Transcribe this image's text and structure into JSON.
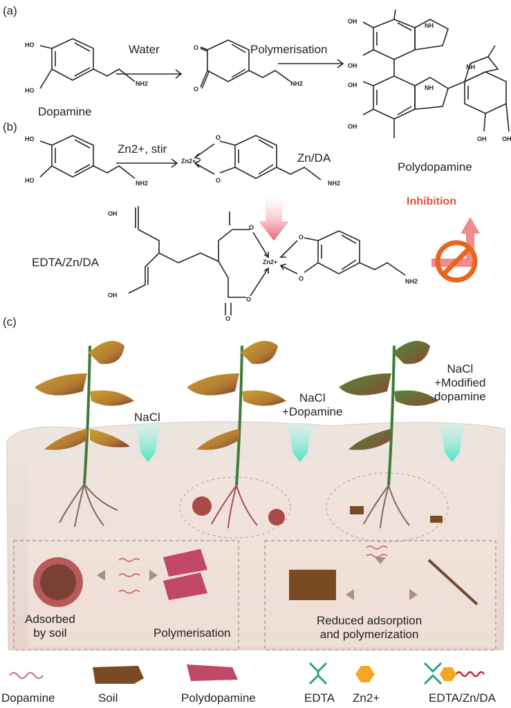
{
  "panels": {
    "a": "(a)",
    "b": "(b)",
    "c": "(c)"
  },
  "panel_a": {
    "dopamine_label": "Dopamine",
    "step1_label": "Water",
    "step2_label": "Polymerisation",
    "product_label": "Polydopamine",
    "atoms": {
      "oh": "OH",
      "ho": "HO",
      "nh": "NH",
      "nh2": "NH2",
      "o": "O"
    }
  },
  "panel_b": {
    "reagent_label": "Zn2+, stir",
    "product_label": "Zn/DA",
    "zn_label": "Zn2+",
    "edta_label": "EDTA/Zn/DA",
    "inhibition_label": "Inhibition"
  },
  "panel_c": {
    "treatments": [
      "NaCl",
      "NaCl\n+Dopamine",
      "NaCl\n+Modified\ndopamine"
    ],
    "left_box": {
      "adsorbed": "Adsorbed\nby soil",
      "polymerisation": "Polymerisation"
    },
    "right_box": {
      "reduced": "Reduced adsorption\nand polymerization"
    },
    "legend": [
      "Dopamine",
      "Soil",
      "Polydopamine",
      "EDTA",
      "Zn2+",
      "EDTA/Zn/DA"
    ]
  },
  "colors": {
    "arrow_cyan": "#5fe8d0",
    "edta_green": "#2aa37a",
    "zn_orange": "#f5a623",
    "dopamine_pink": "#c96a78",
    "inhibition_red": "#e0533a",
    "soil_brown": "#7a4a22"
  }
}
